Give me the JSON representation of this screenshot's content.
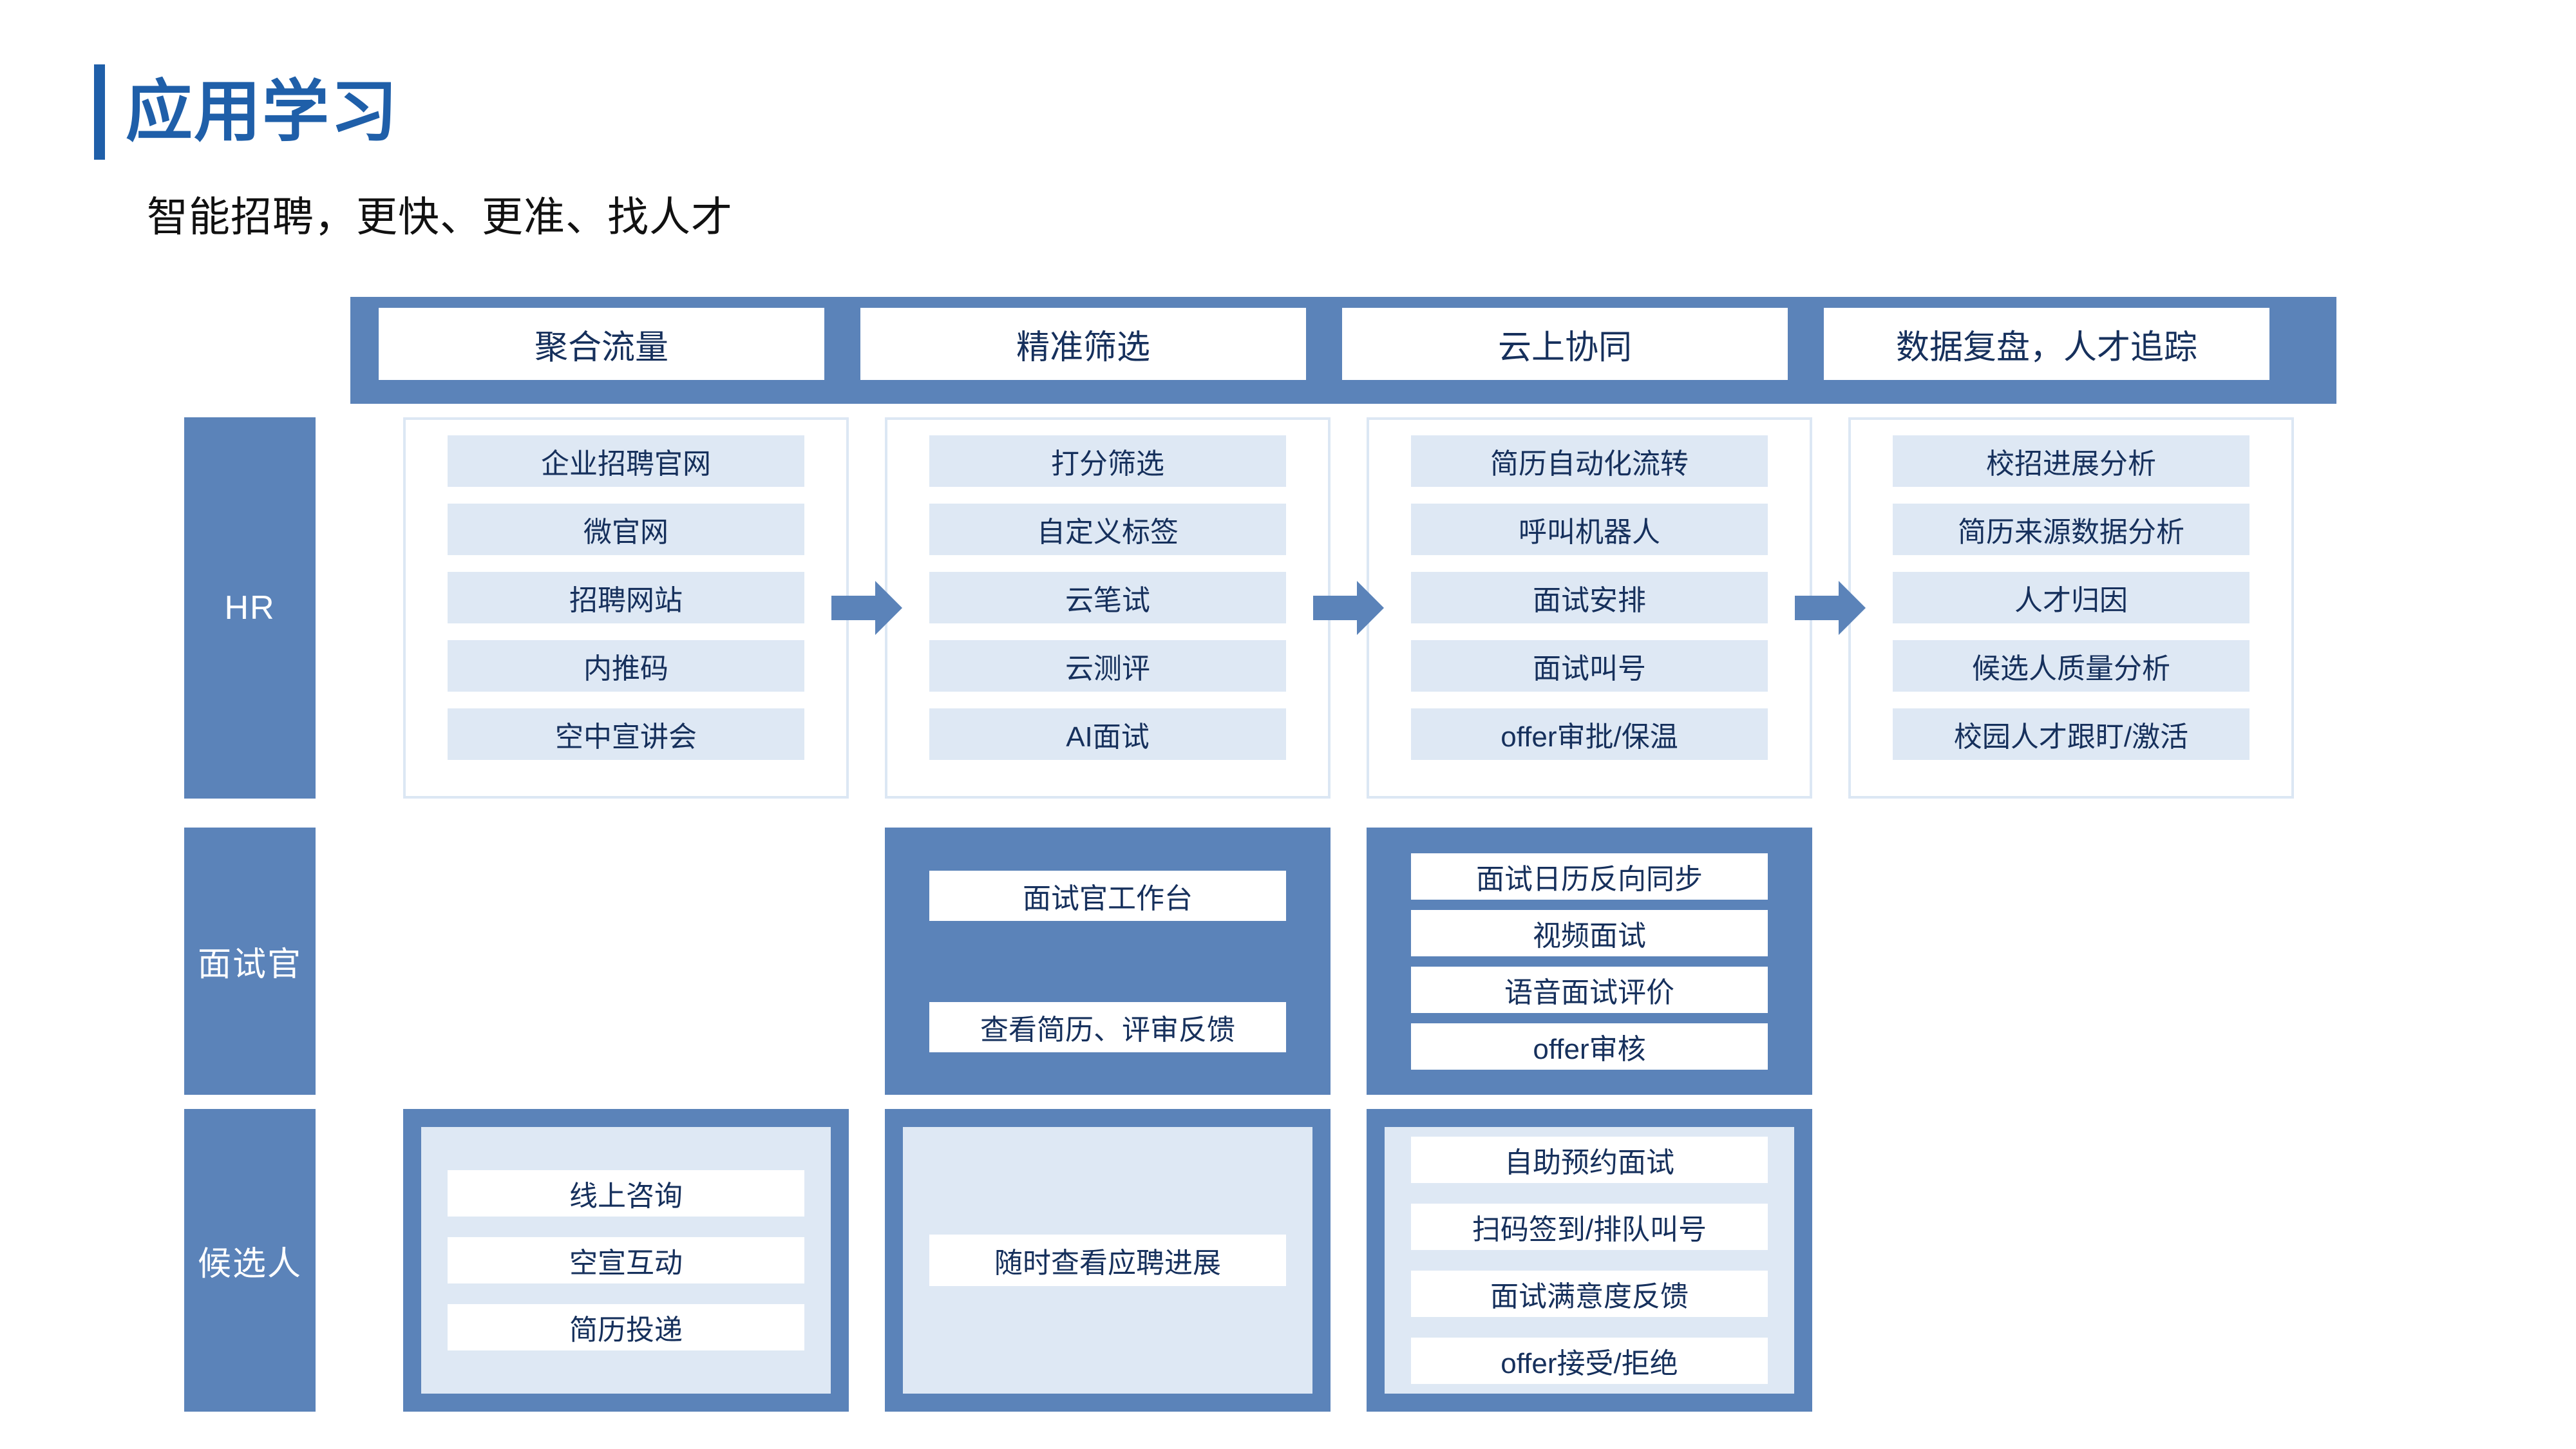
{
  "slide": {
    "title": "应用学习",
    "subtitle": "智能招聘，更快、更准、找人才",
    "accent_color": "#1F5FA9",
    "band_color": "#5B83B9",
    "chip_color": "#DEE8F4",
    "text_color": "#16305C"
  },
  "stages": [
    {
      "label": "聚合流量"
    },
    {
      "label": "精准筛选"
    },
    {
      "label": "云上协同"
    },
    {
      "label": "数据复盘，人才追踪"
    }
  ],
  "rows": [
    {
      "label": "HR",
      "cells": [
        {
          "items": [
            "企业招聘官网",
            "微官网",
            "招聘网站",
            "内推码",
            "空中宣讲会"
          ]
        },
        {
          "items": [
            "打分筛选",
            "自定义标签",
            "云笔试",
            "云测评",
            "AI面试"
          ]
        },
        {
          "items": [
            "简历自动化流转",
            "呼叫机器人",
            "面试安排",
            "面试叫号",
            "offer审批/保温"
          ]
        },
        {
          "items": [
            "校招进展分析",
            "简历来源数据分析",
            "人才归因",
            "候选人质量分析",
            "校园人才跟盯/激活"
          ]
        }
      ]
    },
    {
      "label": "面试官",
      "cells": [
        {
          "items": []
        },
        {
          "items": [
            "面试官工作台",
            "查看简历、评审反馈"
          ]
        },
        {
          "items": [
            "面试日历反向同步",
            "视频面试",
            "语音面试评价",
            "offer审核"
          ]
        },
        {
          "items": []
        }
      ]
    },
    {
      "label": "候选人",
      "cells": [
        {
          "items": [
            "线上咨询",
            "空宣互动",
            "简历投递"
          ]
        },
        {
          "items": [
            "随时查看应聘进展"
          ]
        },
        {
          "items": [
            "自助预约面试",
            "扫码签到/排队叫号",
            "面试满意度反馈",
            "offer接受/拒绝"
          ]
        },
        {
          "items": []
        }
      ]
    }
  ],
  "arrows": [
    {
      "name": "arrow-stage-1-to-2"
    },
    {
      "name": "arrow-stage-2-to-3"
    },
    {
      "name": "arrow-stage-3-to-4"
    }
  ]
}
